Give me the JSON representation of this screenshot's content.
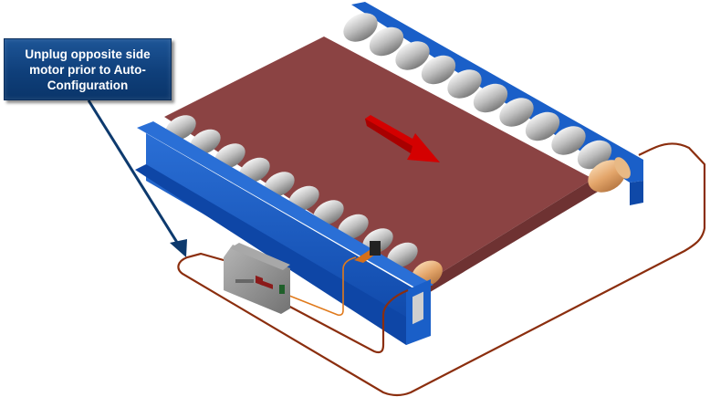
{
  "diagram": {
    "title": "Conveyor motor wiring for Auto-Configuration",
    "callout": {
      "text": "Unplug opposite side motor prior to Auto-Configuration"
    },
    "components": [
      {
        "name": "conveyor-belt",
        "color": "#8b4343"
      },
      {
        "name": "side-frame",
        "color": "#1a56b8"
      },
      {
        "name": "idler-rollers",
        "color": "#b9b9b9"
      },
      {
        "name": "motor-driven-roller",
        "color": "#e8b07c"
      },
      {
        "name": "direction-arrow",
        "color": "#d80000"
      },
      {
        "name": "control-card",
        "color": "#8c8c8c"
      },
      {
        "name": "near-motor-cable",
        "color": "#e07a1c"
      },
      {
        "name": "opposite-motor-cable",
        "color": "#8b2e0e"
      }
    ],
    "colors": {
      "callout_bg": "#124887",
      "leader_line": "#0d3a6e"
    }
  }
}
